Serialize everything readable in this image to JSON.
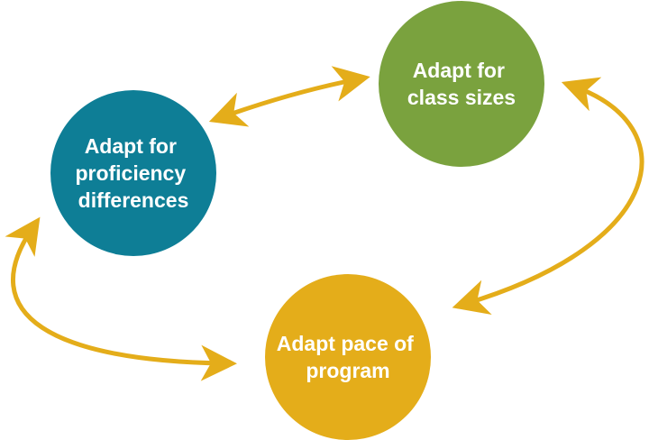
{
  "diagram": {
    "nodes": [
      {
        "id": "proficiency",
        "lines": [
          "Adapt for",
          "proficiency",
          "differences"
        ],
        "color": "#0E7E96"
      },
      {
        "id": "class-sizes",
        "lines": [
          "Adapt for",
          "class sizes"
        ],
        "color": "#7AA23E"
      },
      {
        "id": "pace",
        "lines": [
          "Adapt pace of",
          "program"
        ],
        "color": "#E4AD1A"
      }
    ],
    "arrows": [
      {
        "from": "proficiency",
        "to": "class-sizes",
        "direction": "bidirectional"
      },
      {
        "from": "class-sizes",
        "to": "pace",
        "direction": "bidirectional"
      },
      {
        "from": "pace",
        "to": "proficiency",
        "direction": "bidirectional"
      }
    ],
    "arrow_color": "#E4AD1A"
  }
}
